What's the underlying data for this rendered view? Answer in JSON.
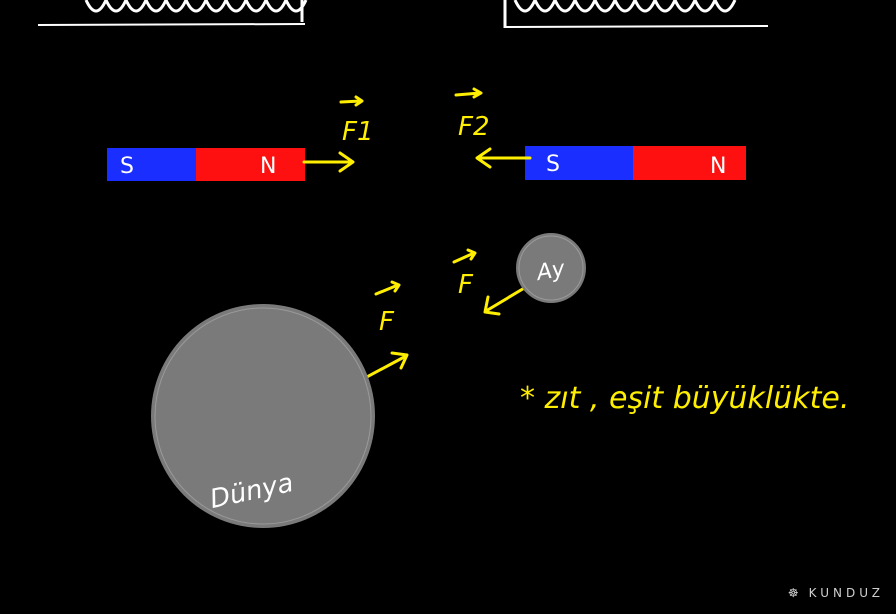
{
  "colors": {
    "background": "#000000",
    "annotation": "#ffee00",
    "chalk": "#ffffff",
    "magnet_south": "#1a2eff",
    "magnet_north": "#ff1010",
    "body": "#7a7a7a"
  },
  "magnets": [
    {
      "left_pole": "S",
      "right_pole": "N"
    },
    {
      "left_pole": "S",
      "right_pole": "N"
    }
  ],
  "forces": {
    "f1": "F1",
    "f2": "F2",
    "f_earth": "F",
    "f_moon": "F"
  },
  "bodies": {
    "earth": "Dünya",
    "moon": "Ay"
  },
  "note": "* zıt , eşit büyüklükte.",
  "brand": "KUNDUZ"
}
